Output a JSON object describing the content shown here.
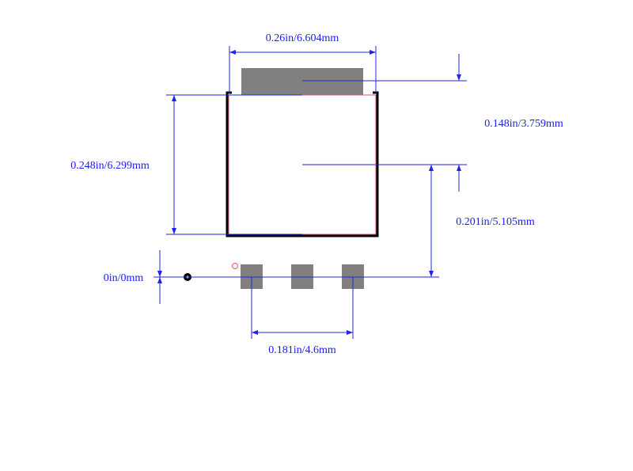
{
  "dimensions": {
    "body_width": "0.26in/6.604mm",
    "body_height": "0.248in/6.299mm",
    "tab_offset": "0.148in/3.759mm",
    "tab_to_pins": "0.201in/5.105mm",
    "origin": "0in/0mm",
    "pin_pitch": "0.181in/4.6mm"
  },
  "colors": {
    "dimension": "#2323e6",
    "pad": "#808080",
    "outline": "#000000",
    "body_edge": "#e05070"
  }
}
